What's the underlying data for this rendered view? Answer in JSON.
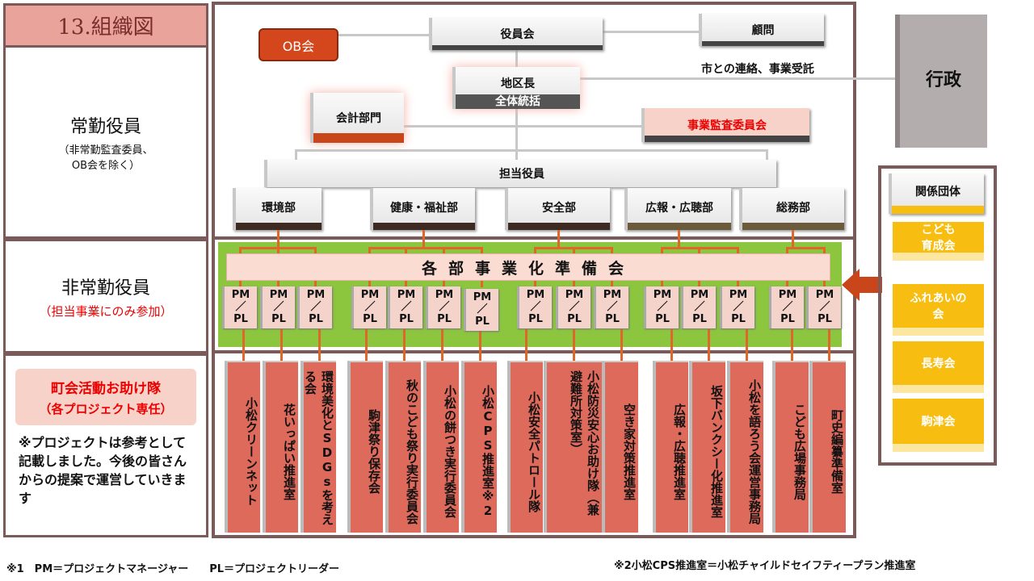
{
  "title": "13.組織図",
  "left": {
    "standing": "常勤役員",
    "standing_note": "（非常勤監査委員、\nOB会を除く）",
    "nonstanding": "非常勤役員",
    "nonstanding_note": "（担当事業にのみ参加）",
    "helpers": "町会活動お助け隊",
    "helpers_note": "（各プロジェクト専任）",
    "remark": "※プロジェクトは参考として記載しました。今後の皆さんからの提案で運営していきます"
  },
  "top": {
    "ob": "OB会",
    "board": "役員会",
    "advisor": "顧問",
    "city_note": "市との連絡、事業受託",
    "chief": "地区長",
    "chief_sub": "全体統括",
    "accounting": "会計部門",
    "audit": "事業監査委員会",
    "officers": "担当役員",
    "admin": "行政"
  },
  "departments": [
    "環境部",
    "健康・福祉部",
    "安全部",
    "広報・広聴部",
    "総務部"
  ],
  "prep_committee": "各部事業化準備会",
  "pm_label": "PM\n／\nPL",
  "projects": [
    "小松クリーンネット",
    "花いっぱい推進室",
    "環境美化とSDGsを考える会",
    "駒津祭り保存会",
    "秋のこども祭り実行委員会",
    "小松の餅つき実行委員会",
    "小松CPS推進室※2",
    "小松安全パトロール隊",
    "小松防災安心お助け隊（兼　避難所対策室）",
    "空き家対策推進室",
    "広報・広聴推進室",
    "坂下バンクシー化推進室",
    "小松を語ろう会運営事務局",
    "こども広場事務局",
    "町史編纂準備室"
  ],
  "related": {
    "title": "関係団体",
    "groups": [
      "こども\n育成会",
      "ふれあいの\n会",
      "長寿会",
      "駒津会"
    ]
  },
  "footnotes": {
    "note1": "※1　PM＝プロジェクトマネージャー　　PL＝プロジェクトリーダー",
    "note2": "※2小松CPS推進室＝小松チャイルドセイフティープラン推進室"
  }
}
